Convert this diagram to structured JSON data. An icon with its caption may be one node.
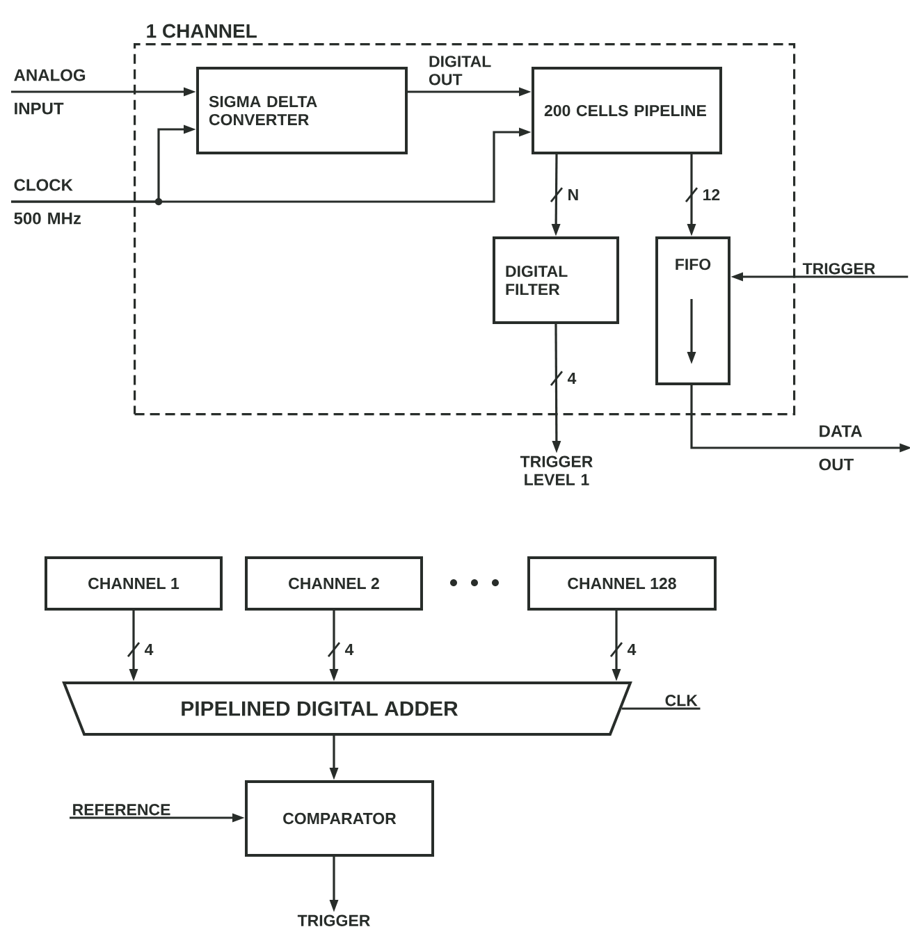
{
  "diagram": {
    "nodes": [
      {
        "text": [
          "1 CHANNEL"
        ]
      },
      {
        "text": [
          "ANALOG INPUT"
        ]
      },
      {
        "text": [
          "SIGMA DELTA CONVERTER"
        ],
        "in": 0
      },
      {
        "text": [
          "200 CELLS PIPELINE"
        ],
        "in": 0
      },
      {
        "text": [
          "DIGITAL FILTER"
        ],
        "in": 0
      },
      {
        "text": [
          "FIFO"
        ],
        "in": 0
      },
      {
        "text": [
          "CLOCK 500 MHz"
        ]
      },
      {
        "text": [
          "TRIGGER"
        ]
      },
      {
        "text": [
          "TRIGGER LEVEL 1"
        ]
      },
      {
        "text": [
          "DATA OUT"
        ]
      },
      {
        "text": [
          "CHANNEL 1"
        ]
      },
      {
        "text": [
          "CHANNEL 2"
        ]
      },
      {
        "text": [
          "CHANNEL 128"
        ]
      },
      {
        "text": [
          "PIPELINED DIGITAL ADDER"
        ]
      },
      {
        "text": [
          "CLK"
        ]
      },
      {
        "text": [
          "REFERENCE"
        ]
      },
      {
        "text": [
          "COMPARATOR"
        ]
      },
      {
        "text": [
          "TRIGGER"
        ]
      }
    ],
    "edges": [
      {
        "from": 1,
        "to": 2,
        "arrow": "to"
      },
      {
        "from": 6,
        "to": 2,
        "arrow": "to"
      },
      {
        "from": 6,
        "to": 3,
        "arrow": "to"
      },
      {
        "from": 2,
        "to": 3,
        "arrow": "to",
        "label": "DIGITAL OUT"
      },
      {
        "from": 3,
        "to": 4,
        "arrow": "to",
        "label": "N"
      },
      {
        "from": 3,
        "to": 5,
        "arrow": "to",
        "label": "12"
      },
      {
        "from": 7,
        "to": 5,
        "arrow": "to"
      },
      {
        "from": 4,
        "to": 8,
        "arrow": "to",
        "label": "4"
      },
      {
        "from": 5,
        "to": 9,
        "arrow": "to"
      },
      {
        "from": 10,
        "to": 13,
        "arrow": "to",
        "label": "4"
      },
      {
        "from": 11,
        "to": 13,
        "arrow": "to",
        "label": "4"
      },
      {
        "from": 12,
        "to": 13,
        "arrow": "to",
        "label": "4"
      },
      {
        "from": 14,
        "to": 13,
        "arrow": "none"
      },
      {
        "from": 15,
        "to": 16,
        "arrow": "to"
      },
      {
        "from": 13,
        "to": 16,
        "arrow": "to"
      },
      {
        "from": 16,
        "to": 17,
        "arrow": "to"
      }
    ]
  }
}
